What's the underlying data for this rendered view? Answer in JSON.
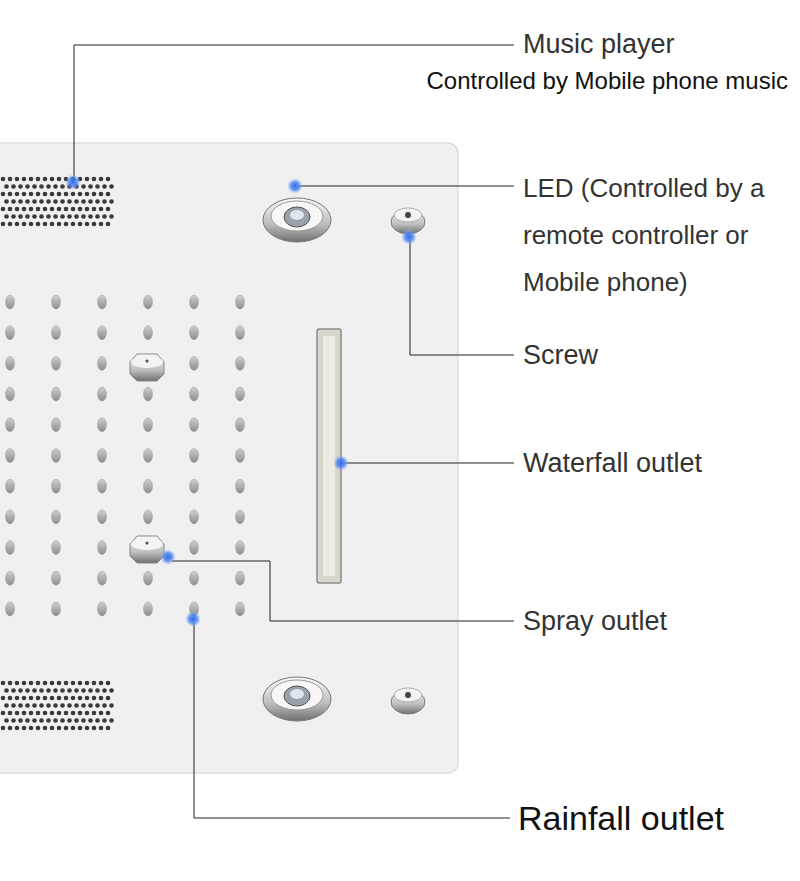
{
  "diagram": {
    "labels": [
      "Music player",
      "Controlled by Mobile phone music",
      "LED (Controlled by a remote controller or Mobile phone)",
      "Screw",
      "Waterfall outlet",
      "Spray outlet",
      "Rainfall outlet"
    ]
  }
}
